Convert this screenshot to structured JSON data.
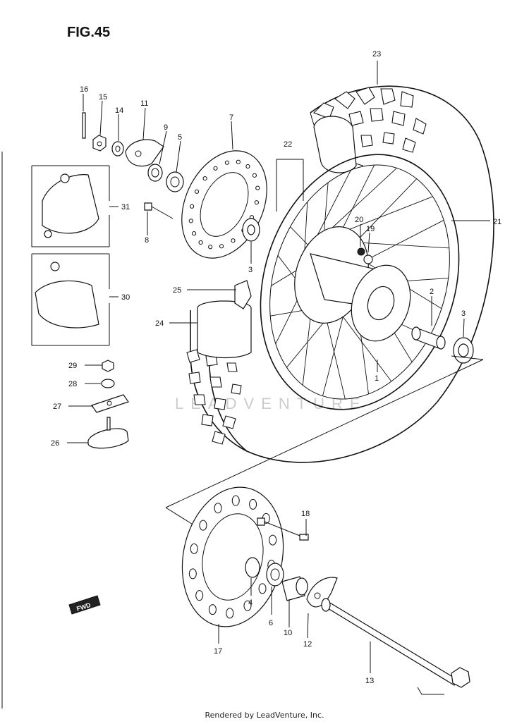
{
  "figure_title": "FIG.45",
  "watermark": "LEADVENTURE",
  "footer": "Rendered by LeadVenture, Inc.",
  "fwd_label": "FWD",
  "callouts": [
    "1",
    "2",
    "3",
    "3",
    "4",
    "5",
    "6",
    "7",
    "8",
    "9",
    "10",
    "11",
    "12",
    "13",
    "14",
    "15",
    "16",
    "17",
    "18",
    "19",
    "20",
    "21",
    "22",
    "23",
    "24",
    "25",
    "26",
    "27",
    "28",
    "29",
    "30",
    "31"
  ],
  "colors": {
    "ink": "#111111",
    "watermark": "#cccccc",
    "background": "#ffffff"
  }
}
